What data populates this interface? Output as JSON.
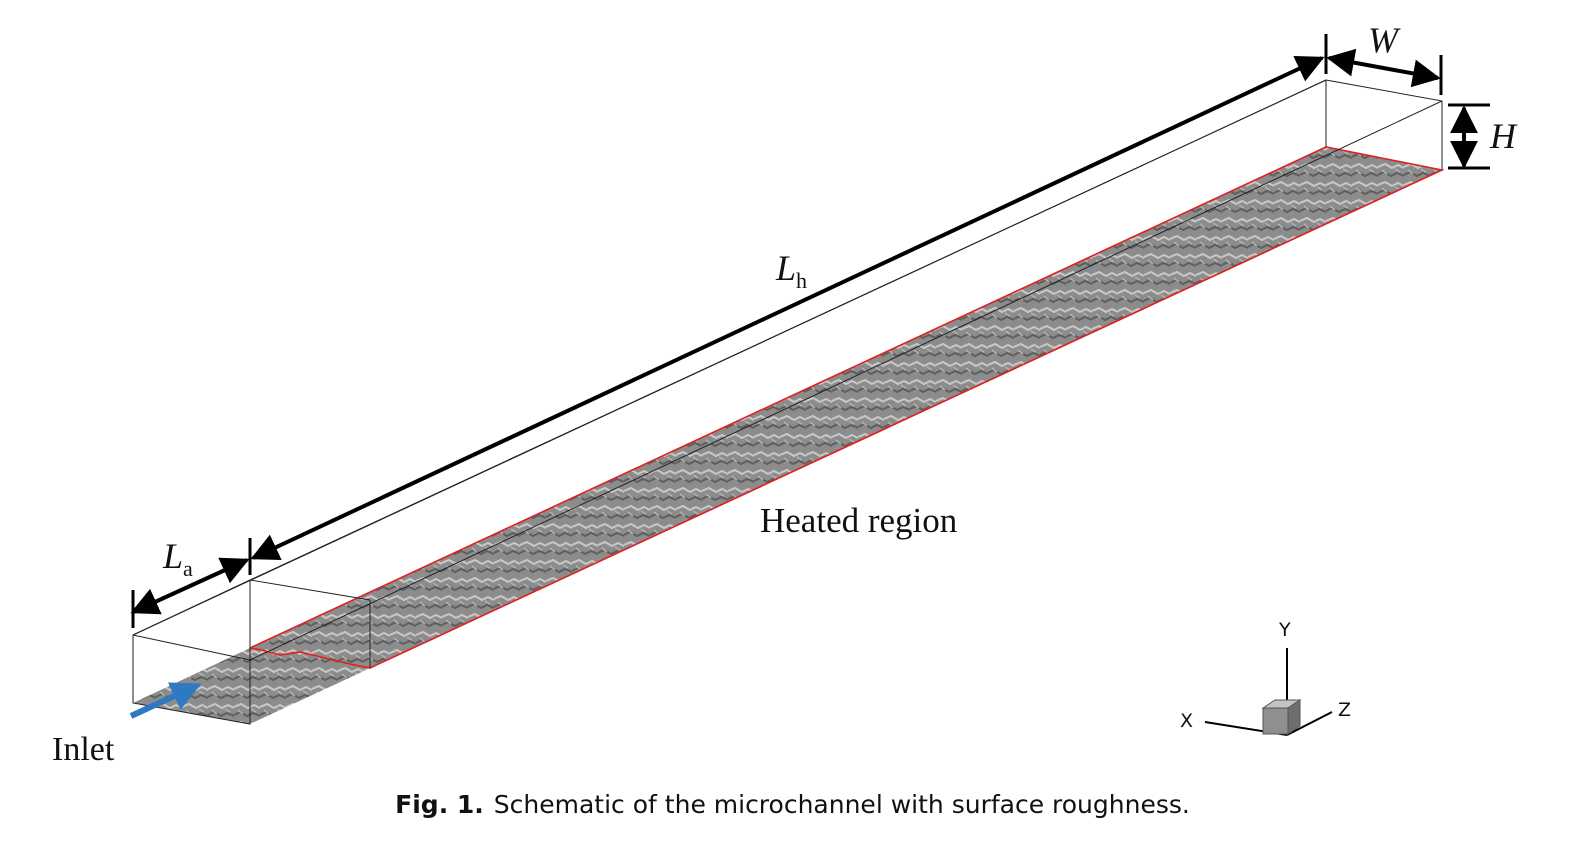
{
  "labels": {
    "W": "W",
    "H": "H",
    "L": "L",
    "h_sub": "h",
    "a_sub": "a",
    "heated_region": "Heated region",
    "inlet": "Inlet"
  },
  "axes": {
    "y": "Y",
    "x": "X",
    "z": "Z"
  },
  "caption": {
    "number": "Fig. 1.",
    "text": "Schematic of the microchannel with surface roughness."
  },
  "colors": {
    "heated_outline": "#e02020",
    "rough_surface": "#8a8a8a",
    "inlet_arrow": "#2f78c4",
    "dimension_line": "#000000"
  }
}
